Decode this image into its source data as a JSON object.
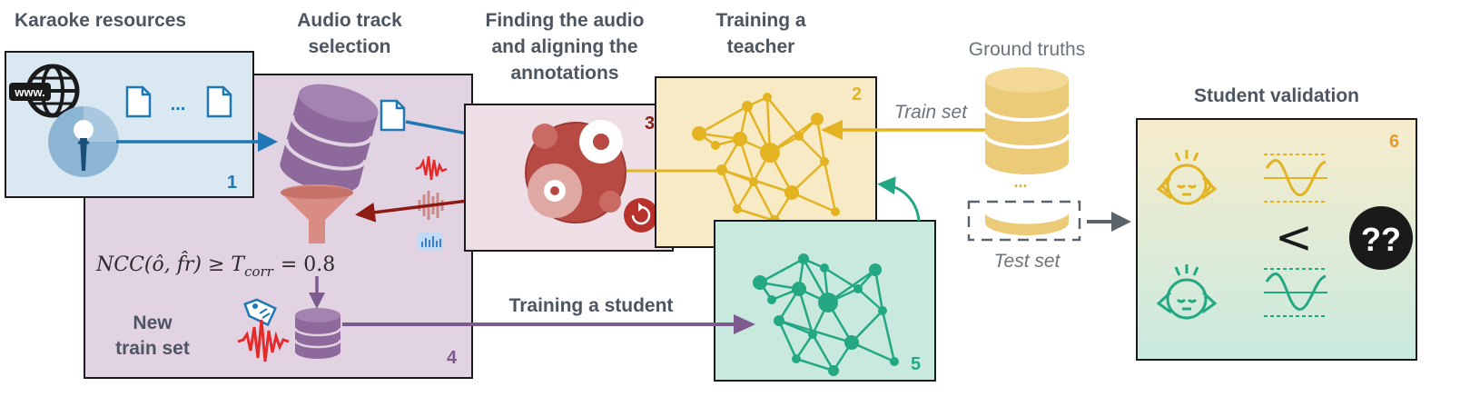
{
  "headings": {
    "karaoke": "Karaoke resources",
    "audio_selection_1": "Audio track",
    "audio_selection_2": "selection",
    "finding_1": "Finding the audio",
    "finding_2": "and aligning the",
    "finding_3": "annotations",
    "teacher_1": "Training a",
    "teacher_2": "teacher",
    "ground_truths": "Ground truths",
    "student_validation": "Student validation",
    "training_student": "Training a student"
  },
  "labels": {
    "train_set": "Train set",
    "test_set": "Test set",
    "new_train_1": "New",
    "new_train_2": "train set",
    "ellipsis": "...",
    "dots": "···",
    "formula": "NCC(ô, f̂r) ≥ T",
    "formula_sub": "corr",
    "formula_tail": "= 0.8",
    "www": "www.",
    "less_than": "<",
    "question": "??"
  },
  "steps": [
    "1",
    "2",
    "3",
    "4",
    "5",
    "6"
  ],
  "colors": {
    "karaoke_bg": "#d9e8f1",
    "selection_bg": "#e2d3e2",
    "align_bg": "#eedfe6",
    "teacher_bg": "#f8eac5",
    "student_bg": "#c9e9df",
    "validation_bg_top": "#f7eccc",
    "validation_bg_bottom": "#c9eadf",
    "blue": "#1f78b4",
    "purple": "#7d5b8e",
    "red": "#8e1a14",
    "yellow": "#e3b322",
    "green": "#23a883",
    "orange_num": "#e69a2e",
    "gray": "#4d5660"
  }
}
